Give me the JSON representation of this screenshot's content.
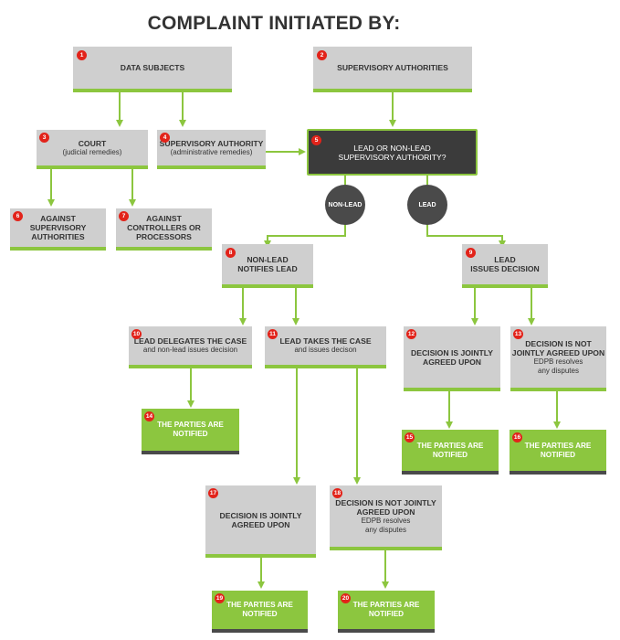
{
  "title": "COMPLAINT INITIATED BY:",
  "colors": {
    "green": "#8cc63f",
    "gray_box": "#cfcfcf",
    "dark_box": "#3b3b3b",
    "badge": "#e2231a",
    "circle": "#4a4a4a"
  },
  "boxes": {
    "b1": {
      "num": "1",
      "title": "DATA SUBJECTS",
      "sub": ""
    },
    "b2": {
      "num": "2",
      "title": "SUPERVISORY AUTHORITIES",
      "sub": ""
    },
    "b3": {
      "num": "3",
      "title": "COURT",
      "sub": "(judicial remedies)"
    },
    "b4": {
      "num": "4",
      "title": "SUPERVISORY AUTHORITY",
      "sub": "(administrative remedies)"
    },
    "b5": {
      "num": "5",
      "title": "LEAD OR NON-LEAD\nSUPERVISORY AUTHORITY?",
      "sub": ""
    },
    "b6": {
      "num": "6",
      "title": "AGAINST\nSUPERVISORY\nAUTHORITIES",
      "sub": ""
    },
    "b7": {
      "num": "7",
      "title": "AGAINST\nCONTROLLERS OR\nPROCESSORS",
      "sub": ""
    },
    "b8": {
      "num": "8",
      "title": "NON-LEAD\nNOTIFIES LEAD",
      "sub": ""
    },
    "b9": {
      "num": "9",
      "title": "LEAD\nISSUES DECISION",
      "sub": ""
    },
    "b10": {
      "num": "10",
      "title": "LEAD DELEGATES THE CASE",
      "sub": "and non-lead issues decision"
    },
    "b11": {
      "num": "11",
      "title": "LEAD TAKES THE CASE",
      "sub": "and issues decison"
    },
    "b12": {
      "num": "12",
      "title": "DECISION IS JOINTLY\nAGREED UPON",
      "sub": ""
    },
    "b13": {
      "num": "13",
      "title": "DECISION IS NOT\nJOINTLY AGREED UPON",
      "sub": "EDPB resolves\nany disputes"
    },
    "b14": {
      "num": "14",
      "title": "THE PARTIES ARE\nNOTIFIED",
      "sub": ""
    },
    "b15": {
      "num": "15",
      "title": "THE PARTIES ARE\nNOTIFIED",
      "sub": ""
    },
    "b16": {
      "num": "16",
      "title": "THE PARTIES ARE\nNOTIFIED",
      "sub": ""
    },
    "b17": {
      "num": "17",
      "title": "DECISION IS JOINTLY\nAGREED UPON",
      "sub": ""
    },
    "b18": {
      "num": "18",
      "title": "DECISION IS NOT JOINTLY\nAGREED UPON",
      "sub": "EDPB resolves\nany disputes"
    },
    "b19": {
      "num": "19",
      "title": "THE PARTIES ARE\nNOTIFIED",
      "sub": ""
    },
    "b20": {
      "num": "20",
      "title": "THE PARTIES ARE\nNOTIFIED",
      "sub": ""
    }
  },
  "circles": {
    "nonlead": "NON-LEAD",
    "lead": "LEAD"
  }
}
